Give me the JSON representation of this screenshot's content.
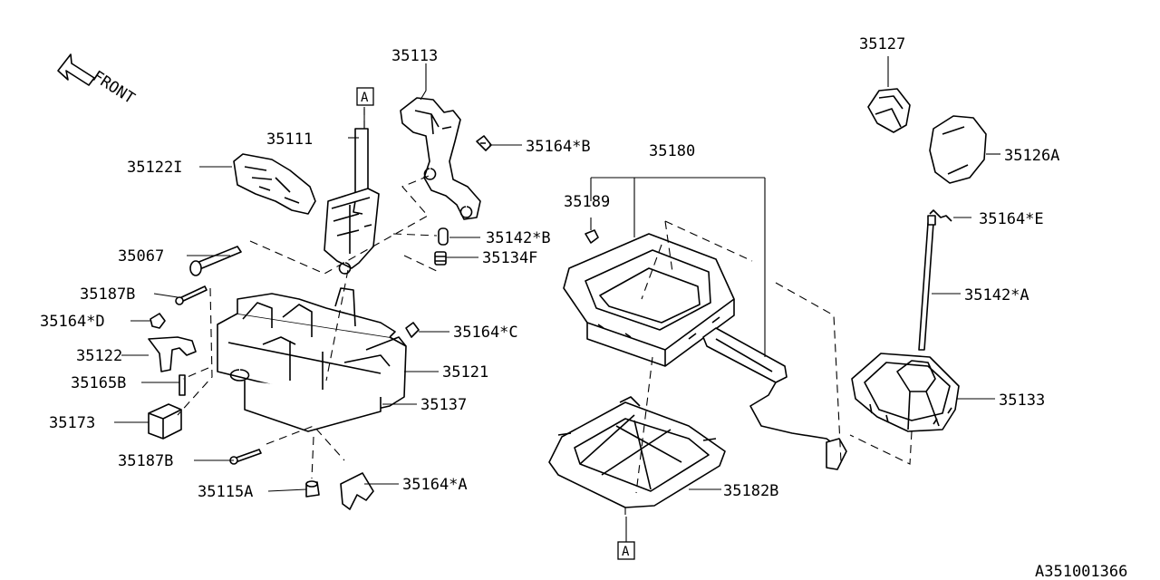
{
  "front_label": "FRONT",
  "ref_marker": "A",
  "diagram_id": "A351001366",
  "parts": {
    "p35113": "35113",
    "p35111": "35111",
    "p35164B": "35164*B",
    "p35122I": "35122I",
    "p35142B": "35142*B",
    "p35134F": "35134F",
    "p35067": "35067",
    "p35187B_top": "35187B",
    "p35164D": "35164*D",
    "p35122": "35122",
    "p35164C": "35164*C",
    "p35121": "35121",
    "p35165B": "35165B",
    "p35137": "35137",
    "p35173": "35173",
    "p35187B_bot": "35187B",
    "p35115A": "35115A",
    "p35164A": "35164*A",
    "p35180": "35180",
    "p35189": "35189",
    "p35127": "35127",
    "p35126A": "35126A",
    "p35164E": "35164*E",
    "p35142A": "35142*A",
    "p35133": "35133",
    "p35182B": "35182B"
  }
}
